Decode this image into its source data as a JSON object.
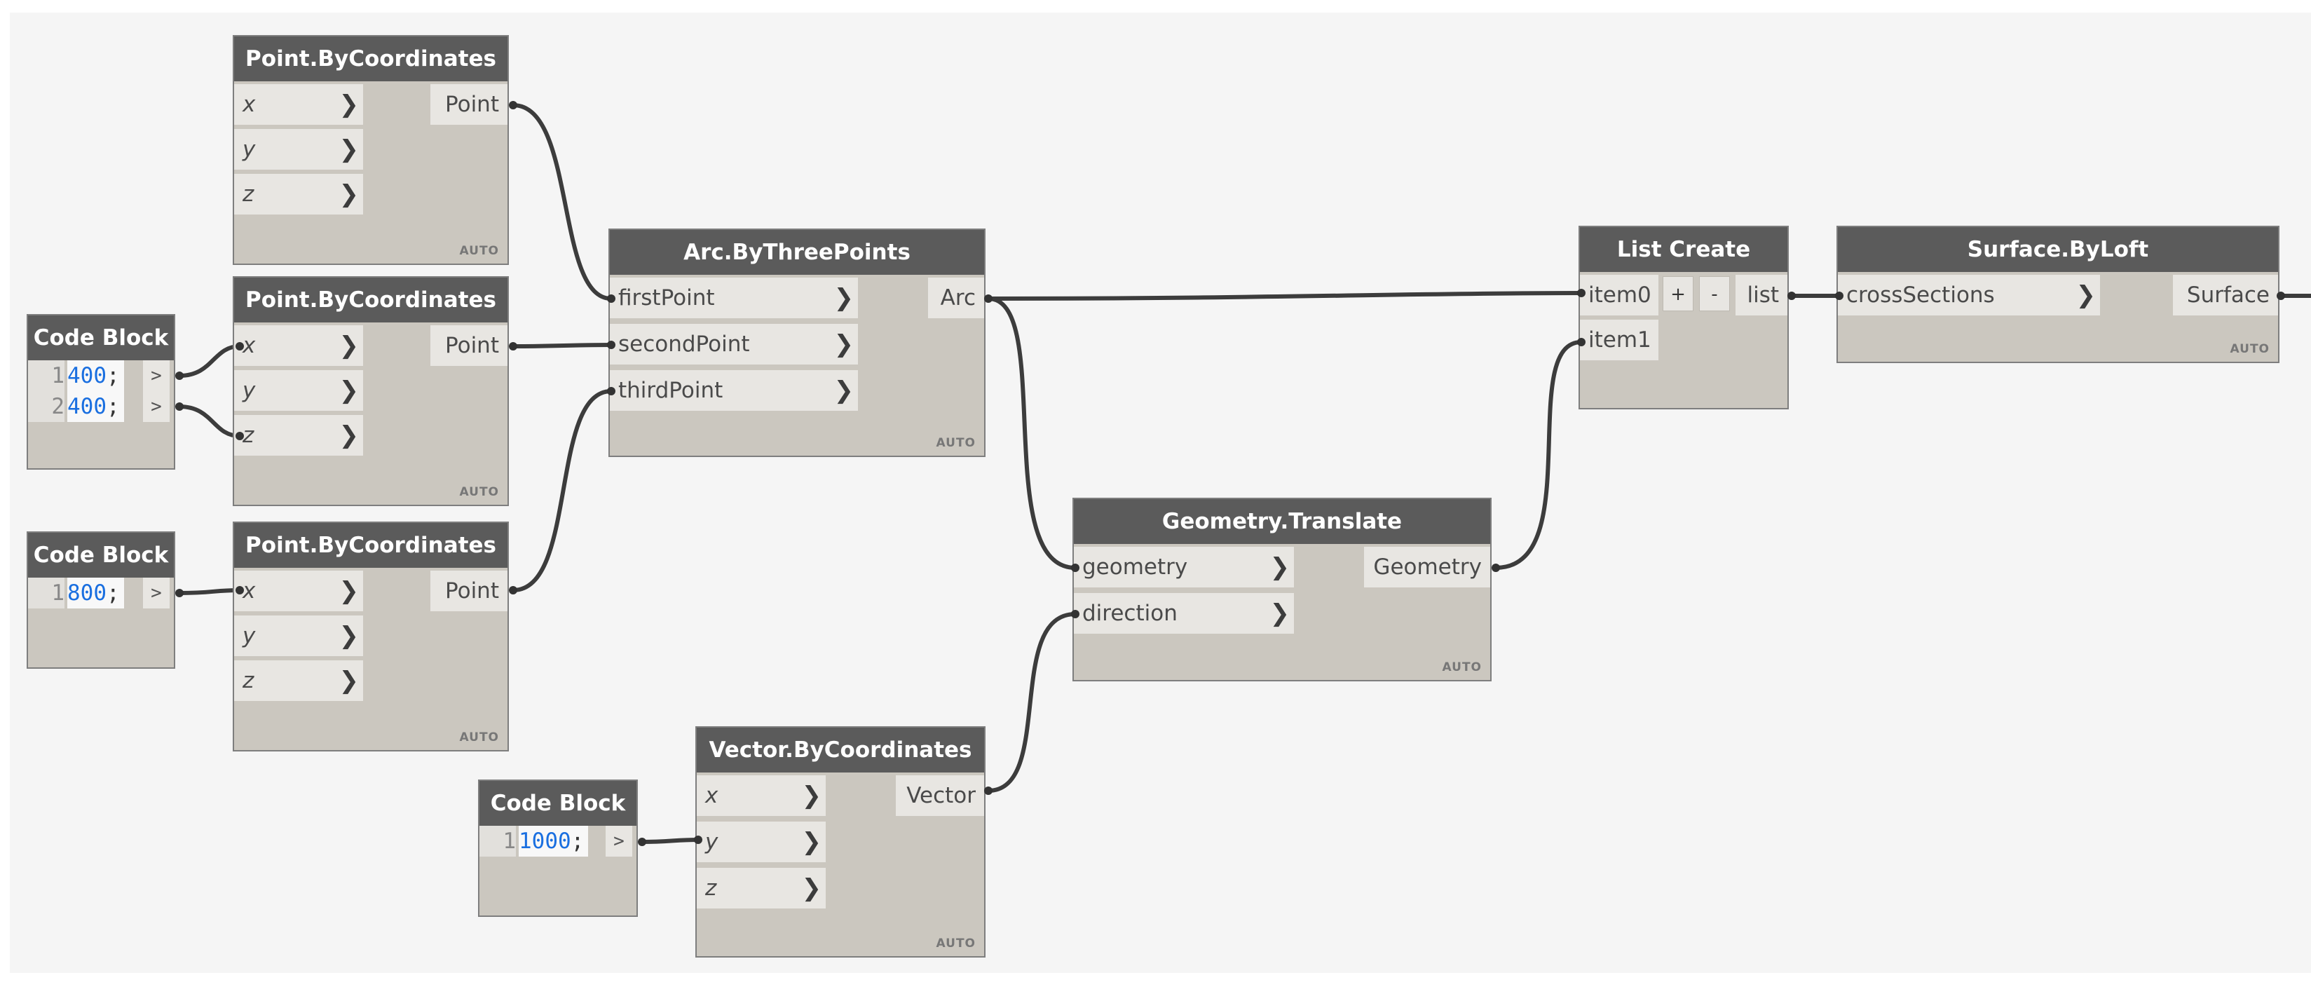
{
  "nodes": {
    "point1": {
      "title": "Point.ByCoordinates",
      "in": [
        "x",
        "y",
        "z"
      ],
      "out": "Point",
      "auto": "AUTO"
    },
    "point2": {
      "title": "Point.ByCoordinates",
      "in": [
        "x",
        "y",
        "z"
      ],
      "out": "Point",
      "auto": "AUTO"
    },
    "point3": {
      "title": "Point.ByCoordinates",
      "in": [
        "x",
        "y",
        "z"
      ],
      "out": "Point",
      "auto": "AUTO"
    },
    "code1": {
      "title": "Code Block",
      "lines": [
        {
          "n": "1",
          "v": "400",
          "s": ";"
        },
        {
          "n": "2",
          "v": "400",
          "s": ";"
        }
      ],
      "out": ">"
    },
    "code2": {
      "title": "Code Block",
      "lines": [
        {
          "n": "1",
          "v": "800",
          "s": ";"
        }
      ],
      "out": ">"
    },
    "code3": {
      "title": "Code Block",
      "lines": [
        {
          "n": "1",
          "v": "1000",
          "s": ";"
        }
      ],
      "out": ">"
    },
    "arc": {
      "title": "Arc.ByThreePoints",
      "in": [
        "firstPoint",
        "secondPoint",
        "thirdPoint"
      ],
      "out": "Arc",
      "auto": "AUTO"
    },
    "translate": {
      "title": "Geometry.Translate",
      "in": [
        "geometry",
        "direction"
      ],
      "out": "Geometry",
      "auto": "AUTO"
    },
    "vector": {
      "title": "Vector.ByCoordinates",
      "in": [
        "x",
        "y",
        "z"
      ],
      "out": "Vector",
      "auto": "AUTO"
    },
    "listcreate": {
      "title": "List Create",
      "in": [
        "item0",
        "item1"
      ],
      "plus": "+",
      "minus": "-",
      "out": "list"
    },
    "loft": {
      "title": "Surface.ByLoft",
      "in": [
        "crossSections"
      ],
      "out": "Surface",
      "auto": "AUTO"
    }
  },
  "chevron": "❯"
}
